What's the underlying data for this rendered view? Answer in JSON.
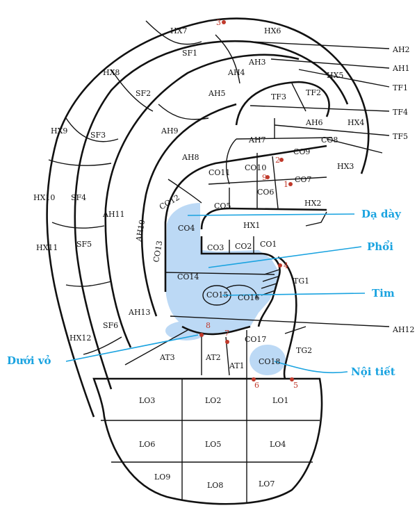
{
  "colors": {
    "outline": "#111111",
    "highlight": "#bcd9f5",
    "callout": "#1aa3e0",
    "point": "#c0392b"
  },
  "zones": {
    "HX7": "HX7",
    "HX6": "HX6",
    "HX8": "HX8",
    "HX9": "HX9",
    "HX10": "HX10",
    "HX11": "HX11",
    "HX12": "HX12",
    "HX5": "HX5",
    "HX4": "HX4",
    "HX3": "HX3",
    "HX2": "HX2",
    "HX1": "HX1",
    "SF1": "SF1",
    "SF2": "SF2",
    "SF3": "SF3",
    "SF4": "SF4",
    "SF5": "SF5",
    "SF6": "SF6",
    "AH2": "AH2",
    "AH1": "AH1",
    "AH3": "AH3",
    "AH4": "AH4",
    "AH5": "AH5",
    "AH6": "AH6",
    "AH7": "AH7",
    "AH8": "AH8",
    "AH9": "AH9",
    "AH10": "AH10",
    "AH11": "AH11",
    "AH12": "AH12",
    "AH13": "AH13",
    "TF1": "TF1",
    "TF2": "TF2",
    "TF3": "TF3",
    "TF4": "TF4",
    "TF5": "TF5",
    "CO1": "CO1",
    "CO2": "CO2",
    "CO3": "CO3",
    "CO4": "CO4",
    "CO5": "CO5",
    "CO6": "CO6",
    "CO7": "CO7",
    "CO8": "CO8",
    "CO9": "CO9",
    "CO10": "CO10",
    "CO11": "CO11",
    "CO12": "CO12",
    "CO13": "CO13",
    "CO14": "CO14",
    "CO15": "CO15",
    "CO16": "CO16",
    "CO17": "CO17",
    "CO18": "CO18",
    "TG1": "TG1",
    "TG2": "TG2",
    "AT1": "AT1",
    "AT2": "AT2",
    "AT3": "AT3",
    "LO1": "LO1",
    "LO2": "LO2",
    "LO3": "LO3",
    "LO4": "LO4",
    "LO5": "LO5",
    "LO6": "LO6",
    "LO7": "LO7",
    "LO8": "LO8",
    "LO9": "LO9"
  },
  "callouts": {
    "stomach": "Dạ dày",
    "lung": "Phổi",
    "heart": "Tim",
    "cortex": "Dưới vỏ",
    "endocrine": "Nội tiết"
  },
  "points": {
    "p1": "1",
    "p2": "2",
    "p3": "3",
    "p4": "4",
    "p5": "5",
    "p6": "6",
    "p7": "7",
    "p8": "8",
    "p9": "9"
  }
}
